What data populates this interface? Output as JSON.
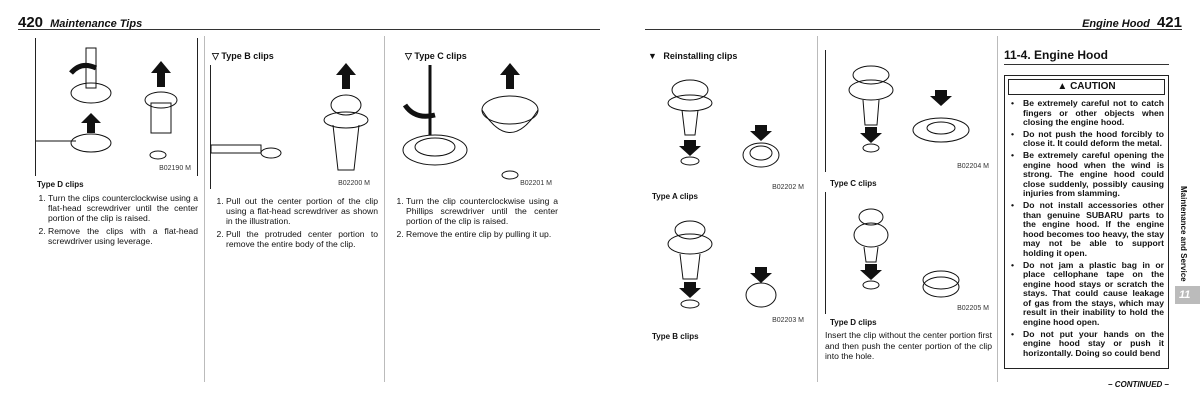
{
  "left_page": {
    "page_number": "420",
    "header": "Maintenance Tips",
    "col1": {
      "figure_code": "B02190 M",
      "caption": "Type D clips",
      "steps": [
        "Turn the clips counterclockwise using a flat-head screwdriver until the center portion of the clip is raised.",
        "Remove the clips with a flat-head screwdriver using leverage."
      ]
    },
    "col2": {
      "heading": "Type B clips",
      "figure_code": "B02200 M",
      "steps": [
        "Pull out the center portion of the clip using a flat-head screwdriver as shown in the illustration.",
        "Pull the protruded center portion to remove the entire body of the clip."
      ]
    },
    "col3": {
      "heading": "Type C clips",
      "figure_code": "B02201 M",
      "steps": [
        "Turn the clip counterclockwise using a Phillips screwdriver until the center portion of the clip is raised.",
        "Remove the entire clip by pulling it up."
      ]
    }
  },
  "right_page": {
    "page_number": "421",
    "header": "Engine Hood",
    "col1": {
      "heading": "Reinstalling clips",
      "figures": [
        {
          "code": "B02202 M",
          "caption": "Type A clips"
        },
        {
          "code": "B02203 M",
          "caption": "Type B clips"
        }
      ]
    },
    "col2": {
      "figures": [
        {
          "code": "B02204 M",
          "caption": "Type C clips"
        },
        {
          "code": "B02205 M",
          "caption": "Type D clips"
        }
      ],
      "text": "Insert the clip without the center portion first and then push the center portion of the clip into the hole."
    },
    "col3": {
      "section_title": "11-4. Engine Hood",
      "caution_label": "CAUTION",
      "caution_items": [
        "Be extremely careful not to catch fingers or other objects when closing the engine hood.",
        "Do not push the hood forcibly to close it. It could deform the metal.",
        "Be extremely careful opening the engine hood when the wind is strong. The engine hood could close suddenly, possibly causing injuries from slamming.",
        "Do not install accessories other than genuine SUBARU parts to the engine hood. If the engine hood becomes too heavy, the stay may not be able to support holding it open.",
        "Do not jam a plastic bag in or place cellophane tape on the engine hood stays or scratch the stays. That could cause leakage of gas from the stays, which may result in their inability to hold the engine hood open.",
        "Do not put your hands on the engine hood stay or push it horizontally. Doing so could bend"
      ],
      "continued": "– CONTINUED –"
    },
    "side_tab": "Maintenance and Service",
    "chapter_chip": "11"
  }
}
